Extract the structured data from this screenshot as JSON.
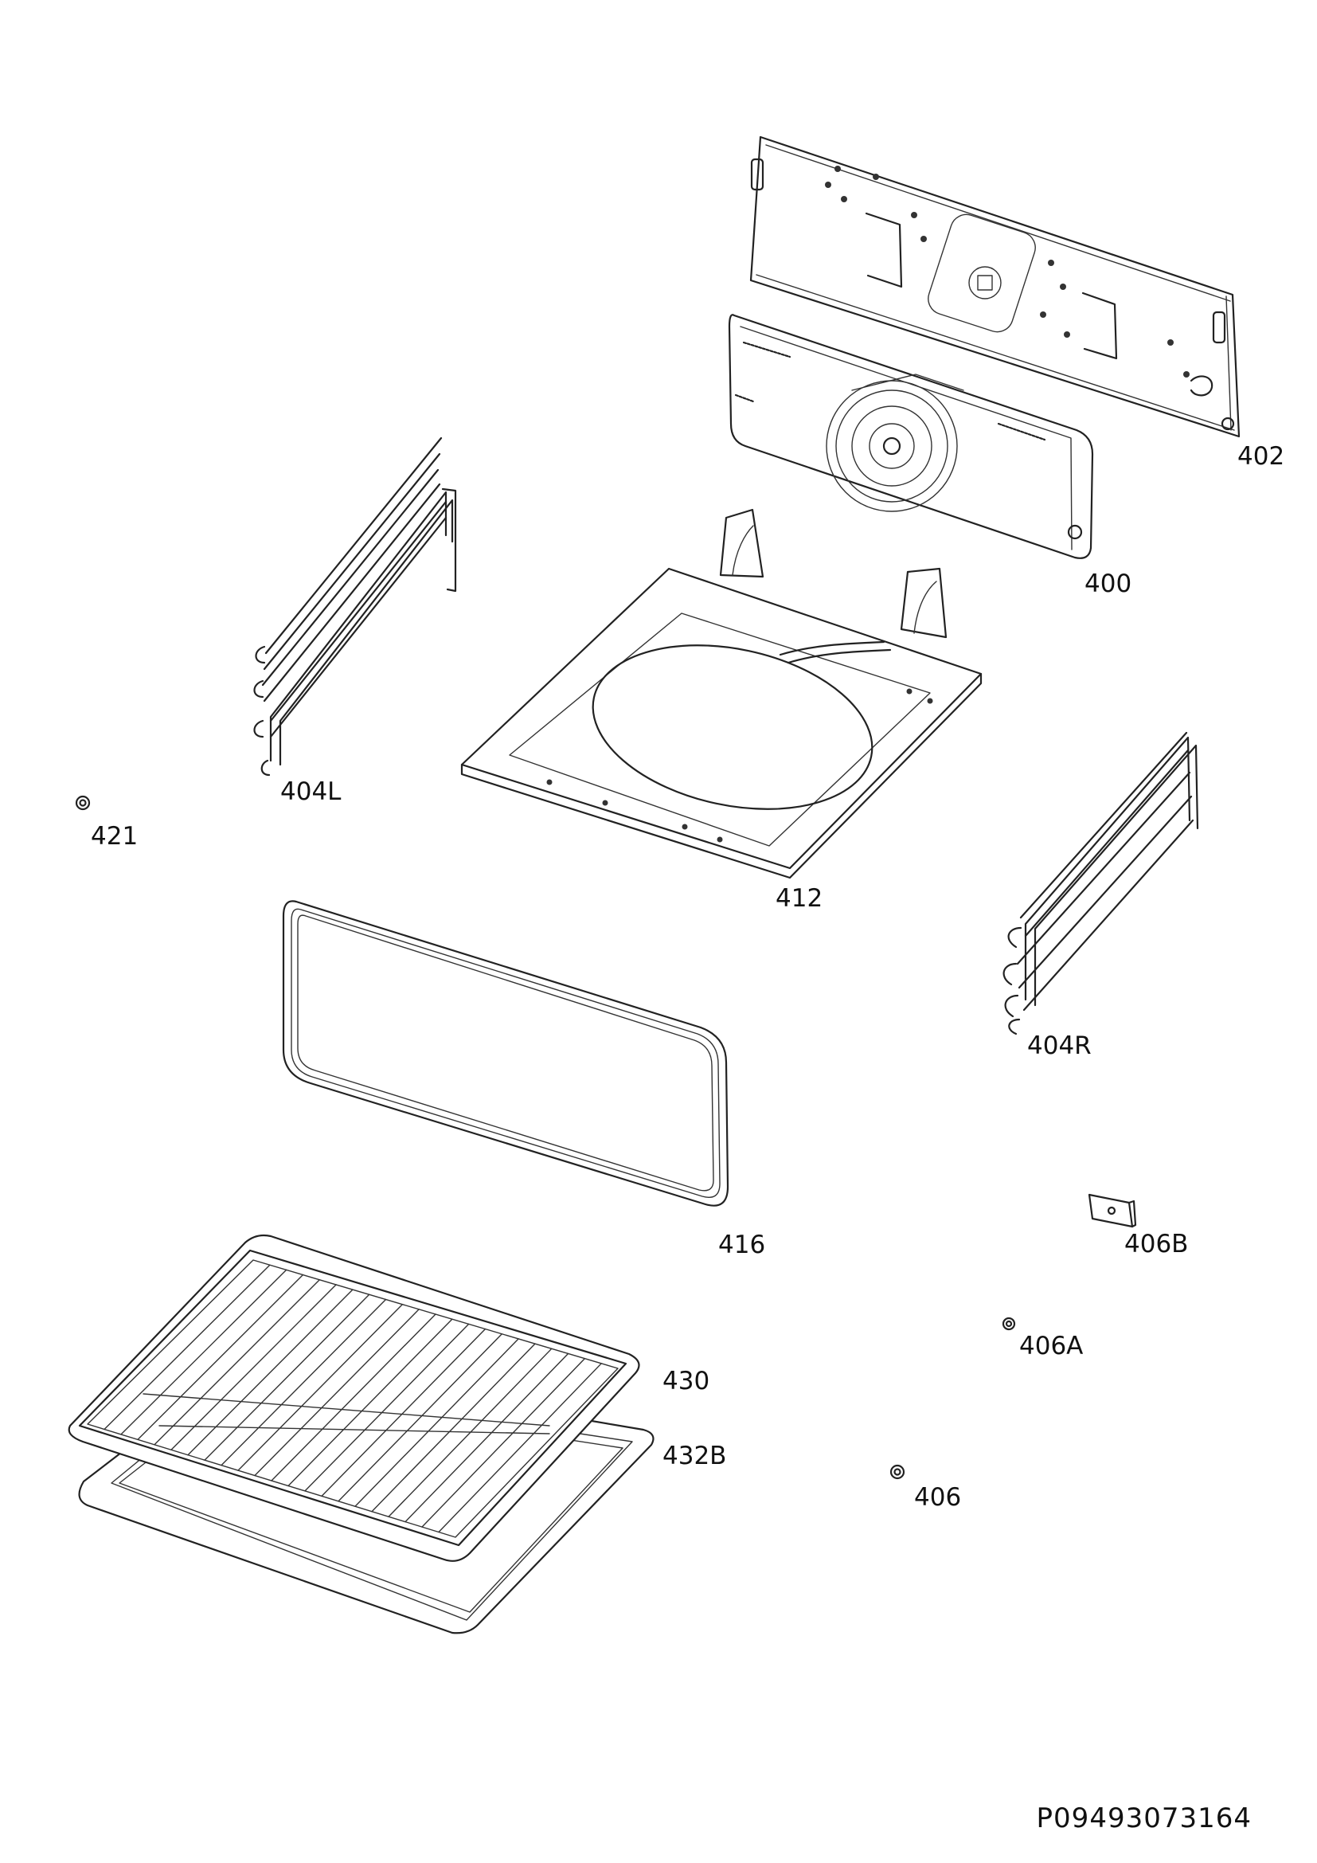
{
  "document": {
    "code": "P09493073164"
  },
  "parts": [
    {
      "id": "402",
      "label": "402"
    },
    {
      "id": "400",
      "label": "400"
    },
    {
      "id": "404L",
      "label": "404L"
    },
    {
      "id": "421",
      "label": "421"
    },
    {
      "id": "412",
      "label": "412"
    },
    {
      "id": "404R",
      "label": "404R"
    },
    {
      "id": "416",
      "label": "416"
    },
    {
      "id": "406B",
      "label": "406B"
    },
    {
      "id": "406A",
      "label": "406A"
    },
    {
      "id": "430",
      "label": "430"
    },
    {
      "id": "432B",
      "label": "432B"
    },
    {
      "id": "406",
      "label": "406"
    }
  ]
}
